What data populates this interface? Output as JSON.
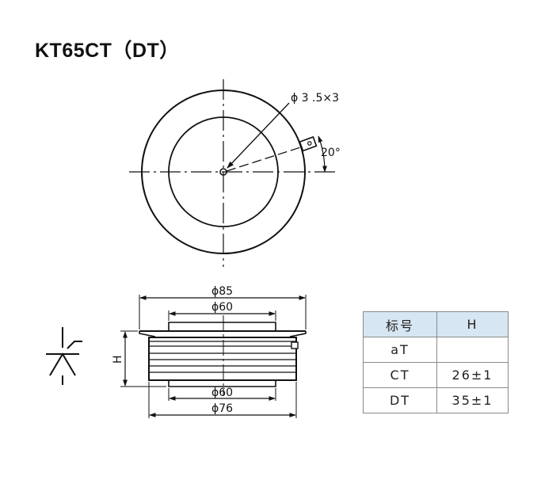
{
  "title": "KT65CT（DT）",
  "top_view": {
    "hole_label": "ϕ 3 .5×3",
    "angle_label": "20°"
  },
  "side_view": {
    "dim_outer_top": "ϕ85",
    "dim_inner_top": "ϕ60",
    "dim_inner_bottom": "ϕ60",
    "dim_outer_bottom": "ϕ76",
    "height_label": "H"
  },
  "table": {
    "headers": [
      "标号",
      "H"
    ],
    "rows": [
      [
        "aT",
        ""
      ],
      [
        "CT",
        "26±1"
      ],
      [
        "DT",
        "35±1"
      ]
    ]
  },
  "colors": {
    "line": "#111111",
    "header_bg": "#d6e6f2",
    "table_border": "#8a8a8a"
  }
}
